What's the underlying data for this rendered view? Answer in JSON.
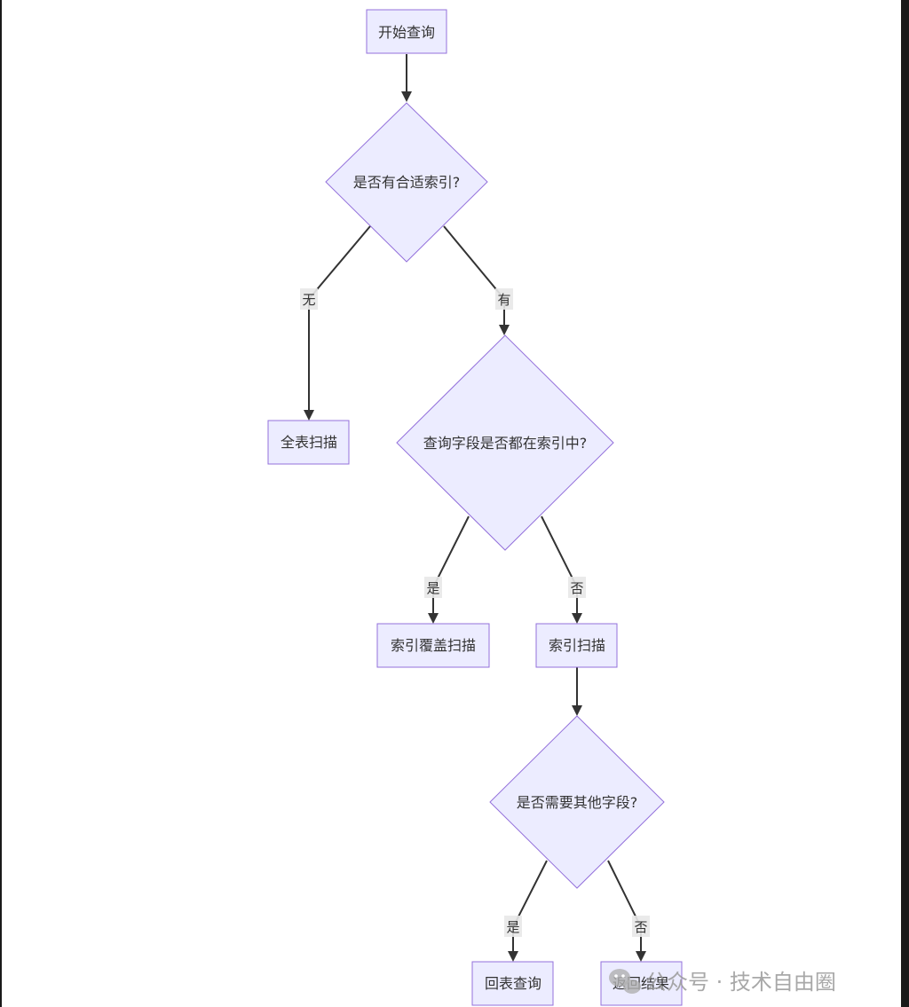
{
  "nodes": {
    "start": "开始查询",
    "has_index": "是否有合适索引?",
    "full_scan": "全表扫描",
    "all_in_index": "查询字段是否都在索引中?",
    "covering_scan": "索引覆盖扫描",
    "index_scan": "索引扫描",
    "need_other_fields": "是否需要其他字段?",
    "back_to_table": "回表查询",
    "return_result": "返回结果"
  },
  "edges": {
    "no_index": "无",
    "yes_index": "有",
    "all_yes": "是",
    "all_no": "否",
    "need_yes": "是",
    "need_no": "否"
  },
  "watermark": {
    "text": "公众号 · 技术自由圈",
    "icon": "wechat-icon"
  },
  "colors": {
    "node_fill": "#ECECFF",
    "node_stroke": "#9370DB",
    "edge": "#333333"
  }
}
